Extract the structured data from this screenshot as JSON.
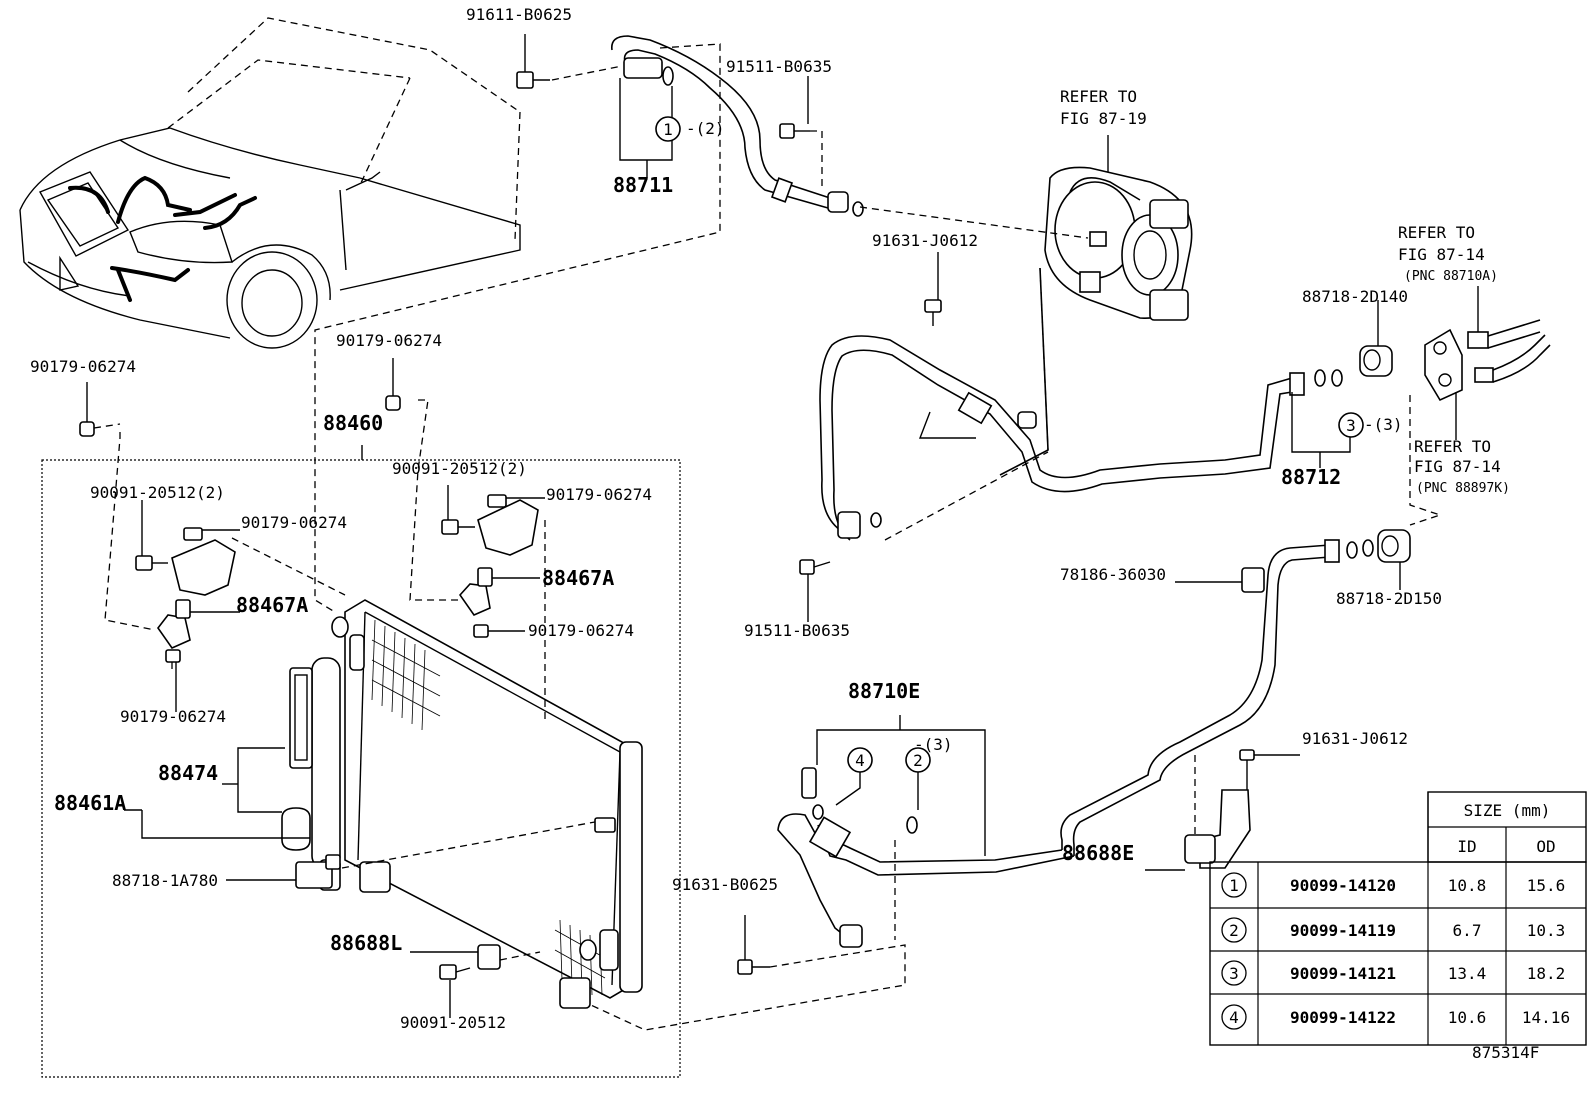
{
  "figure_id": "875314F",
  "labels": {
    "p91611": "91611-B0625",
    "p91511_top": "91511-B0635",
    "p88711": "88711",
    "q1_2": "-(2)",
    "ref_1919_a": "REFER TO",
    "ref_1919_b": "FIG 87-19",
    "p91631_j_top": "91631-J0612",
    "ref_14a_a": "REFER TO",
    "ref_14a_b": "FIG 87-14",
    "ref_14a_c": "(PNC 88710A)",
    "p88718_2d140": "88718-2D140",
    "q3_3": "-(3)",
    "p88712": "88712",
    "ref_14k_a": "REFER TO",
    "ref_14k_b": "FIG 87-14",
    "ref_14k_c": "(PNC 88897K)",
    "p78186": "78186-36030",
    "p88718_2d150": "88718-2D150",
    "p91511_bot": "91511-B0635",
    "p88710e": "88710E",
    "q2_3": "-(3)",
    "p91631_j_bot": "91631-J0612",
    "p88688e": "88688E",
    "p91631_b": "91631-B0625",
    "p90179_a": "90179-06274",
    "p90179_b": "90179-06274",
    "p88460": "88460",
    "p90091_a": "90091-20512(2)",
    "p90179_c": "90179-06274",
    "p90091_b": "90091-20512(2)",
    "p90179_d": "90179-06274",
    "p88467a_b": "88467A",
    "p88467a_a": "88467A",
    "p90179_e": "90179-06274",
    "p90179_f": "90179-06274",
    "p88474": "88474",
    "p88461a": "88461A",
    "p88718_1a780": "88718-1A780",
    "p88688l": "88688L",
    "p90091_c": "90091-20512",
    "c1": "1",
    "c2": "2",
    "c3": "3",
    "c4": "4"
  },
  "size_table": {
    "title": "SIZE (mm)",
    "col_id": "ID",
    "col_od": "OD",
    "rows": [
      {
        "key": "1",
        "part": "90099-14120",
        "id": "10.8",
        "od": "15.6"
      },
      {
        "key": "2",
        "part": "90099-14119",
        "id": "6.7",
        "od": "10.3"
      },
      {
        "key": "3",
        "part": "90099-14121",
        "id": "13.4",
        "od": "18.2"
      },
      {
        "key": "4",
        "part": "90099-14122",
        "id": "10.6",
        "od": "14.16"
      }
    ]
  }
}
